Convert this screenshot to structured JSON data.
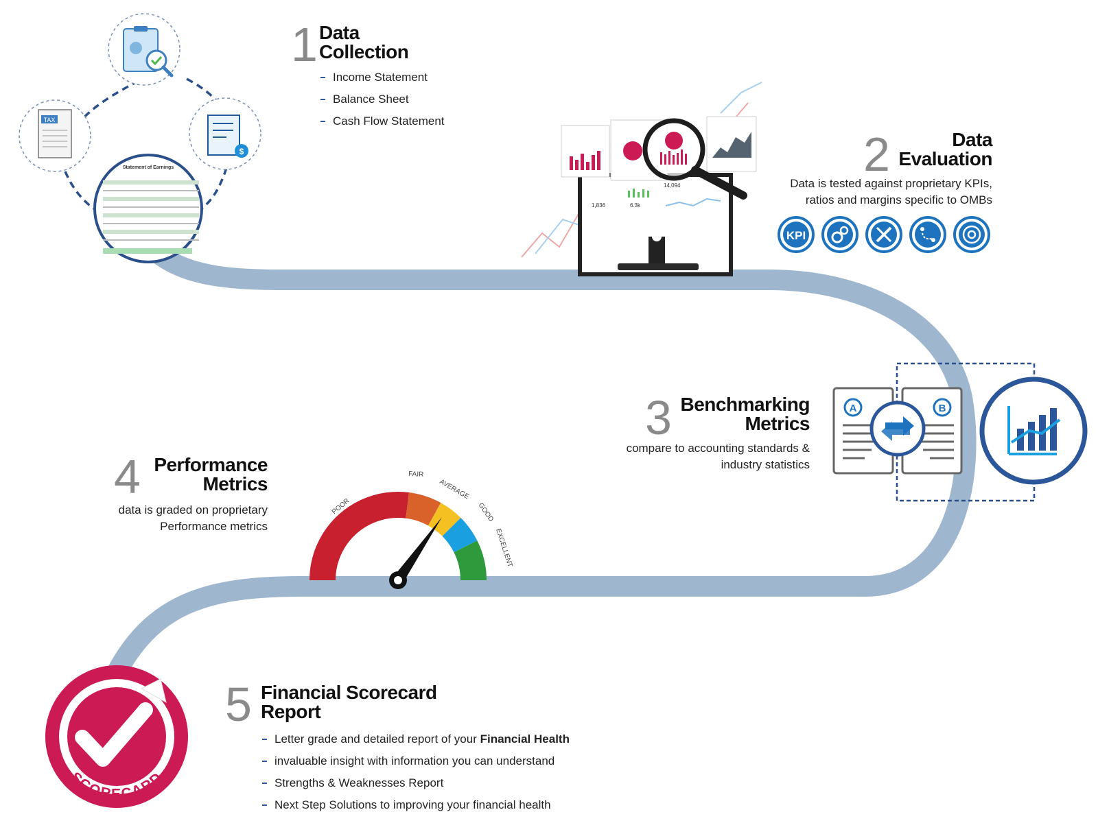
{
  "steps": [
    {
      "number": "1",
      "title_line1": "Data",
      "title_line2": "Collection",
      "bullets": [
        "Income Statement",
        "Balance Sheet",
        "Cash Flow Statement"
      ]
    },
    {
      "number": "2",
      "title_line1": "Data",
      "title_line2": "Evaluation",
      "desc_line1": "Data is tested against proprietary KPIs,",
      "desc_line2": "ratios and margins specific to OMBs"
    },
    {
      "number": "3",
      "title_line1": "Benchmarking",
      "title_line2": "Metrics",
      "desc_line1": "compare to accounting standards &",
      "desc_line2": "industry statistics"
    },
    {
      "number": "4",
      "title_line1": "Performance",
      "title_line2": "Metrics",
      "desc_line1": "data is graded on proprietary",
      "desc_line2": "Performance metrics"
    },
    {
      "number": "5",
      "title_line1": "Financial Scorecard",
      "title_line2": "Report",
      "bullets": [
        {
          "text": "Letter grade and detailed report of your ",
          "bold": "Financial Health"
        },
        {
          "text": "invaluable insight with information you can understand"
        },
        {
          "text": "Strengths & Weaknesses Report"
        },
        {
          "text": "Next Step Solutions to improving your financial health"
        }
      ]
    }
  ],
  "gauge": {
    "labels": [
      "POOR",
      "FAIR",
      "AVERAGE",
      "GOOD",
      "EXCELLENT"
    ],
    "colors": [
      "#c8202f",
      "#d9622b",
      "#f5c122",
      "#1a9fe0",
      "#2e9a3c"
    ]
  },
  "evaluation_icons": [
    {
      "name": "kpi-icon",
      "label": "KPI"
    },
    {
      "name": "gears-icon"
    },
    {
      "name": "tools-icon"
    },
    {
      "name": "strategy-icon"
    },
    {
      "name": "target-icon"
    }
  ],
  "doc_labels": {
    "tax": "TAX",
    "doc_a": "A",
    "doc_b": "B",
    "spreadsheet_title": "Statement of Earnings"
  },
  "dashboard_values": [
    "14,094",
    "1,836",
    "6.3k"
  ],
  "scorecard_label": "SCORECARD",
  "colors": {
    "path": "#9fb6cf",
    "navy": "#2b579a",
    "blue": "#1a9fe0",
    "crimson": "#cc1a55",
    "number_gray": "#8a8a8a"
  }
}
